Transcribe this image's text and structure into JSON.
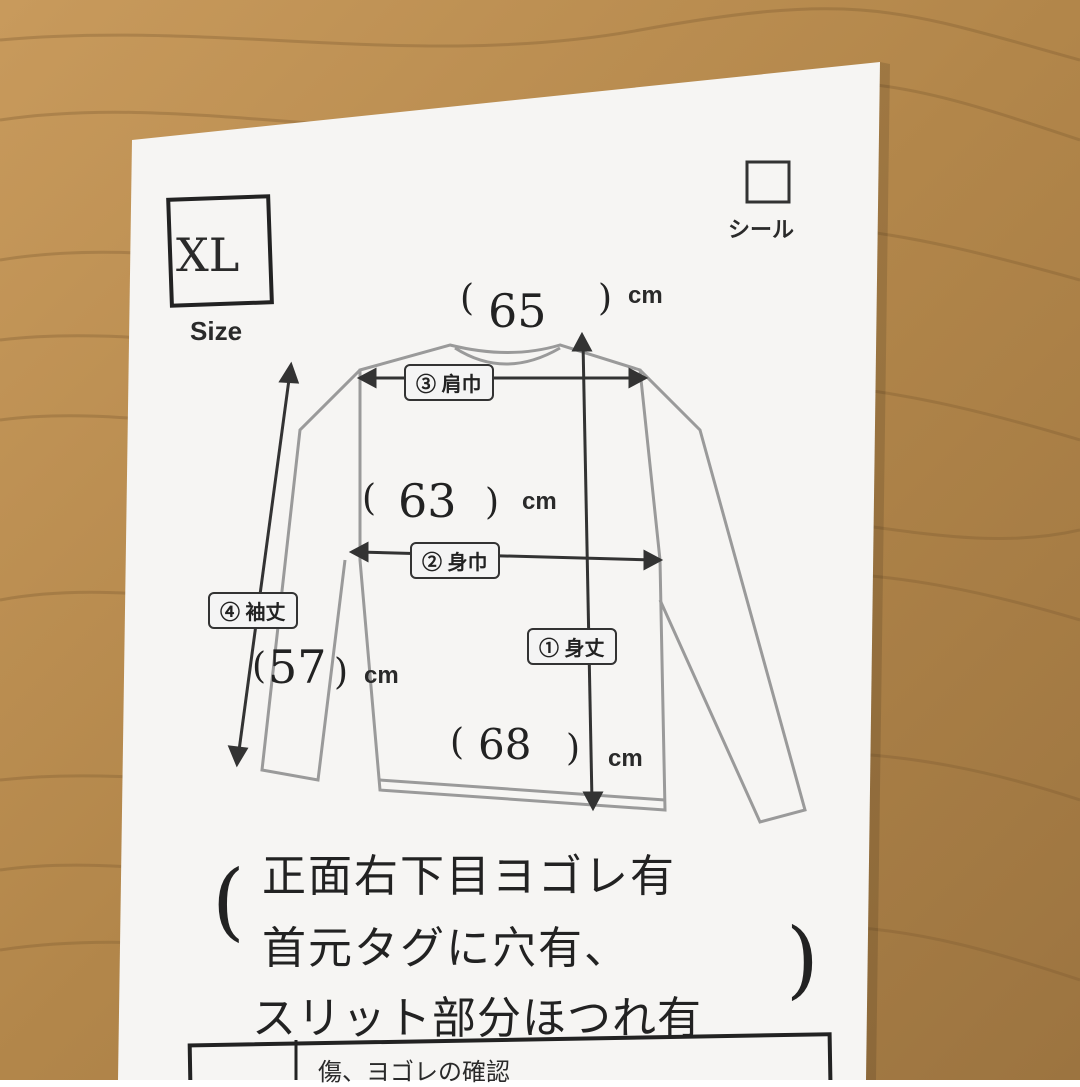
{
  "colors": {
    "wood": "#b88b4e",
    "paper": "#f6f5f3",
    "ink": "#222222"
  },
  "size_box": {
    "label": "Size",
    "value": "XL"
  },
  "sticker": {
    "label": "シール"
  },
  "measurements": {
    "shoulder": {
      "tag": "③ 肩巾",
      "value": "65",
      "unit": "cm"
    },
    "chest": {
      "tag": "② 身巾",
      "value": "63",
      "unit": "cm"
    },
    "sleeve": {
      "tag": "④ 袖丈",
      "value": "57",
      "unit": "cm"
    },
    "length": {
      "tag": "① 身丈",
      "value": "68",
      "unit": "cm"
    }
  },
  "notes": {
    "line1": "正面右下目ヨゴレ有",
    "line2": "首元タグに穴有、",
    "line3": "スリット部分ほつれ有",
    "open_paren": "(",
    "close_paren": ")"
  },
  "footer": {
    "text": "傷、ヨゴレの確認"
  }
}
